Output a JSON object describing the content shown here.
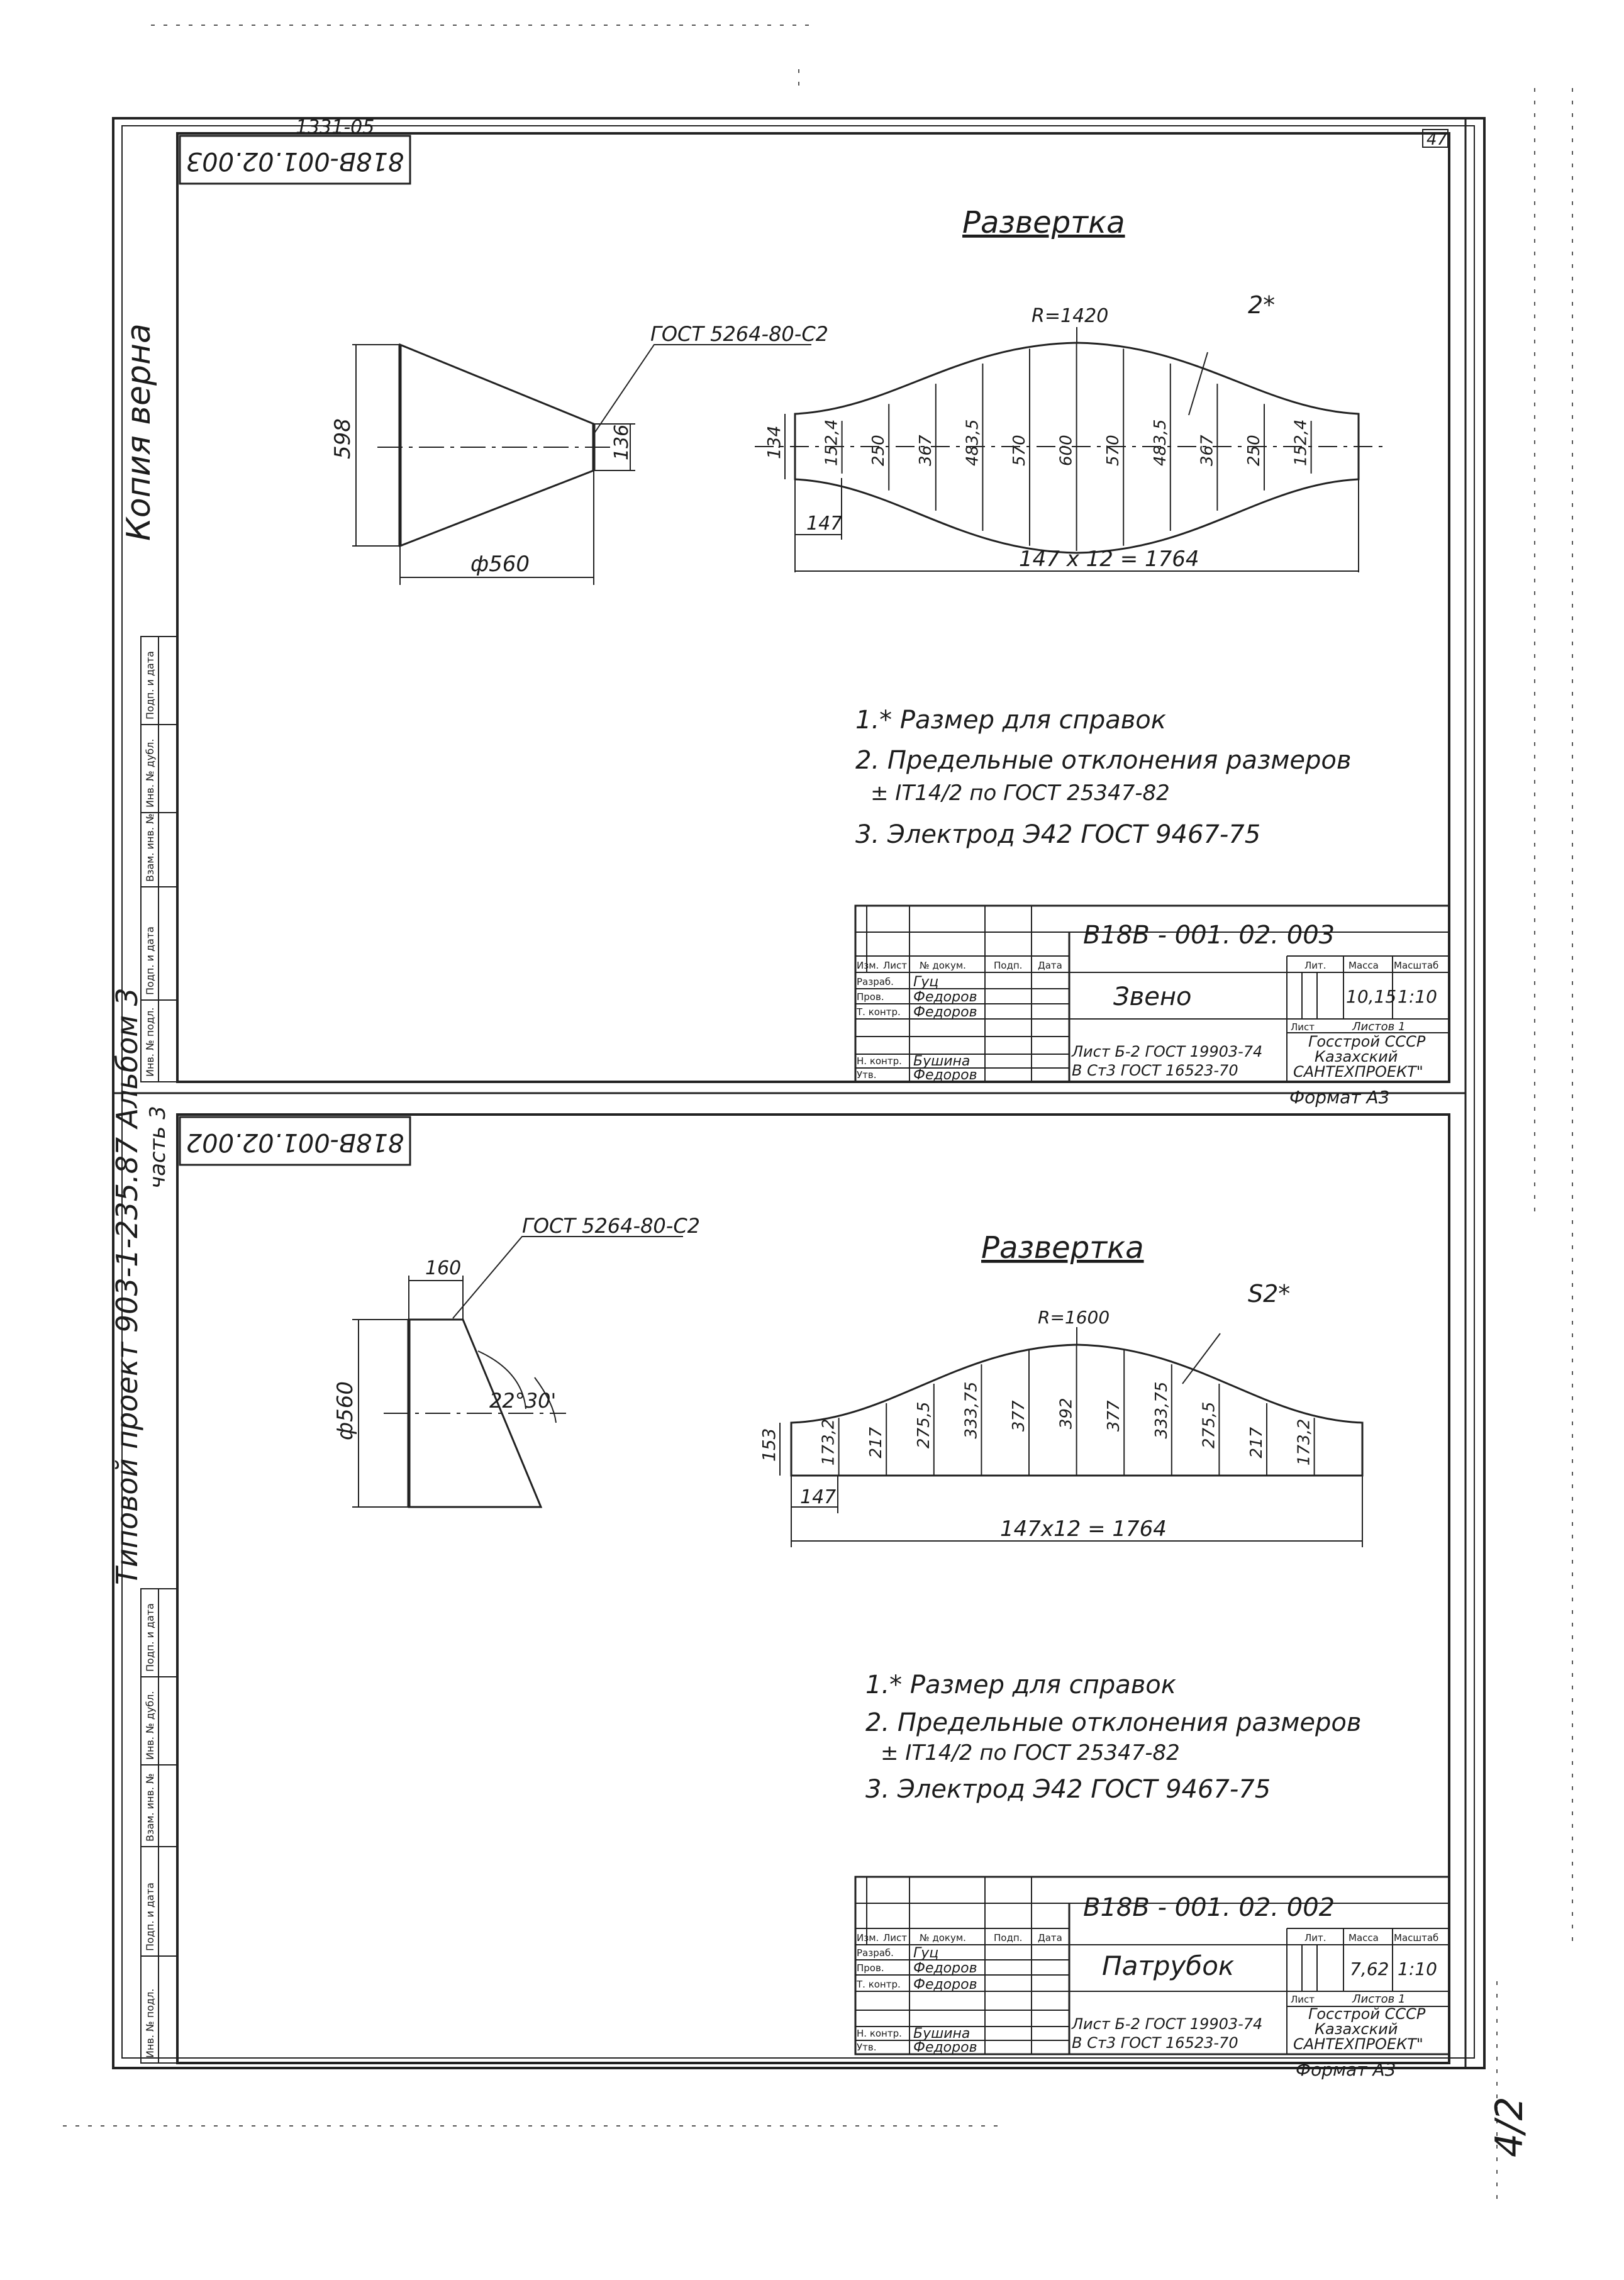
{
  "page": {
    "sheet_number": "47",
    "top_code": "1331-05",
    "bottom_right_mark": "4/2"
  },
  "side_notes": {
    "top": "Копия верна",
    "bottom_line1": "Типовой проект 903-1-235.87 Альбом 3",
    "bottom_line2": "чаcть 3"
  },
  "stamp_labels": [
    "Инв. № подл.",
    "Подп. и дата",
    "Взам. инв. №",
    "Инв. № дубл.",
    "Подп. и дата"
  ],
  "drawing_top": {
    "corner_code": "818B-001.02.003",
    "detail_label": "ГОСТ 5264-80-С2",
    "dims": {
      "height": "598",
      "small_height": "136",
      "length": "ф560"
    },
    "development": {
      "title": "Развертка",
      "radius": "R=1420",
      "thickness": "2*",
      "edge_height": "134",
      "step": "147",
      "total": "147 x 12 = 1764",
      "heights": [
        "152,4",
        "250",
        "367",
        "483,5",
        "570",
        "600",
        "570",
        "483,5",
        "367",
        "250",
        "152,4"
      ]
    },
    "notes": [
      "1.* Размер для справок",
      "2. Предельные отклонения размеров",
      "± IT14/2 по ГОСТ 25347-82",
      "3. Электрод Э42 ГОСТ 9467-75"
    ],
    "title_block": {
      "designation": "В18В - 001. 02. 003",
      "name": "Звено",
      "material_line1": "Лист Б-2 ГОСТ 19903-74",
      "material_line2": "В Ст3 ГОСТ 16523-70",
      "mass": "10,15",
      "scale": "1:10",
      "sheet": "Лист",
      "sheets": "Листов 1",
      "org_line1": "Госстрой СССР",
      "org_line2": "Казахский",
      "org_line3": "САНТЕХПРОЕКТ\"",
      "format": "Формат А3",
      "rows": [
        {
          "role": "Разраб.",
          "name": "Гуц"
        },
        {
          "role": "Пров.",
          "name": "Федоров"
        },
        {
          "role": "Т. контр.",
          "name": "Федоров"
        },
        {
          "role": "Н. контр.",
          "name": "Бушина"
        },
        {
          "role": "Утв.",
          "name": "Федоров"
        }
      ]
    }
  },
  "drawing_bottom": {
    "corner_code": "818B-001.02.002",
    "detail_label": "ГОСТ 5264-80-С2",
    "dims": {
      "top": "160",
      "length": "ф560",
      "angle": "22°30'"
    },
    "development": {
      "title": "Развертка",
      "radius": "R=1600",
      "thickness": "S2*",
      "edge_height": "153",
      "step": "147",
      "total": "147x12 = 1764",
      "heights": [
        "173,2",
        "217",
        "275,5",
        "333,75",
        "377",
        "392",
        "377",
        "333,75",
        "275,5",
        "217",
        "173,2"
      ]
    },
    "notes": [
      "1.* Размер для справок",
      "2. Предельные отклонения размеров",
      "± IT14/2 по ГОСТ 25347-82",
      "3. Электрод Э42 ГОСТ 9467-75"
    ],
    "title_block": {
      "designation": "В18В - 001. 02. 002",
      "name": "Патрубок",
      "material_line1": "Лист Б-2 ГОСТ 19903-74",
      "material_line2": "В Ст3 ГОСТ 16523-70",
      "mass": "7,62",
      "scale": "1:10",
      "sheet": "Лист",
      "sheets": "Листов 1",
      "org_line1": "Госстрой СССР",
      "org_line2": "Казахский",
      "org_line3": "САНТЕХПРОЕКТ\"",
      "format": "Формат А3",
      "rows": [
        {
          "role": "Разраб.",
          "name": "Гуц"
        },
        {
          "role": "Пров.",
          "name": "Федоров"
        },
        {
          "role": "Т. контр.",
          "name": "Федоров"
        },
        {
          "role": "Н. контр.",
          "name": "Бушина"
        },
        {
          "role": "Утв.",
          "name": "Федоров"
        }
      ]
    }
  },
  "title_block_headers": {
    "izm": "Изм.",
    "list": "Лист",
    "doc": "№ докум.",
    "sign": "Подп.",
    "date": "Дата",
    "lit": "Лит.",
    "mass": "Масса",
    "scale": "Масштаб"
  }
}
